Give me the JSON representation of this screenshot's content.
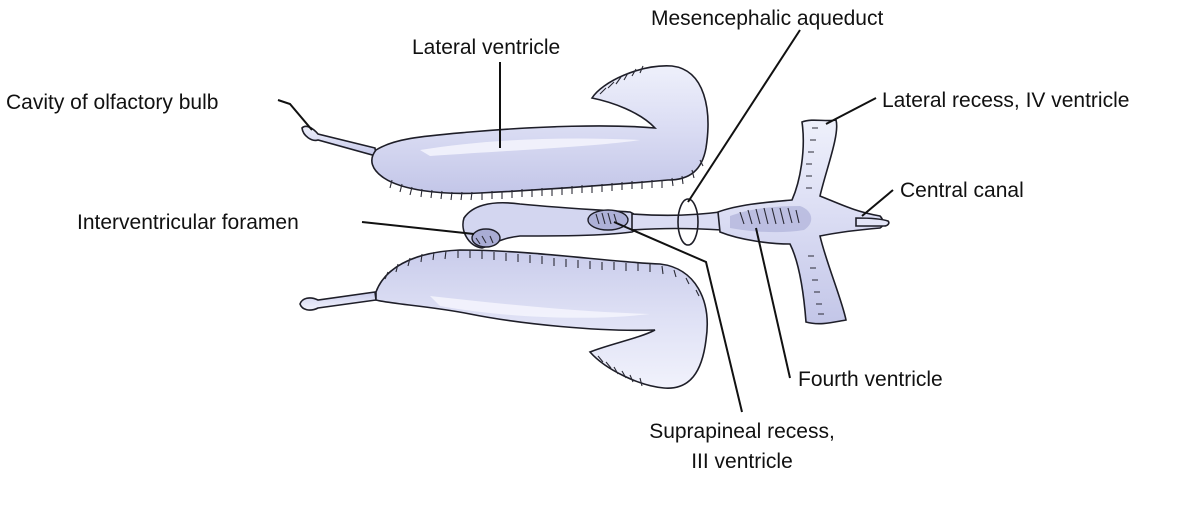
{
  "diagram": {
    "labels": {
      "mesencephalic_aqueduct": "Mesencephalic aqueduct",
      "lateral_ventricle": "Lateral ventricle",
      "cavity_olfactory_bulb": "Cavity of olfactory bulb",
      "lateral_recess": "Lateral recess, IV ventricle",
      "central_canal": "Central canal",
      "interventricular_foramen": "Interventricular foramen",
      "fourth_ventricle": "Fourth ventricle",
      "suprapineal_line1": "Suprapineal recess,",
      "suprapineal_line2": "III ventricle"
    },
    "colors": {
      "ventricle_fill": "#d6d8f2",
      "ventricle_highlight": "#f4f5fd",
      "outline": "#1e1e28",
      "text": "#111111"
    }
  }
}
